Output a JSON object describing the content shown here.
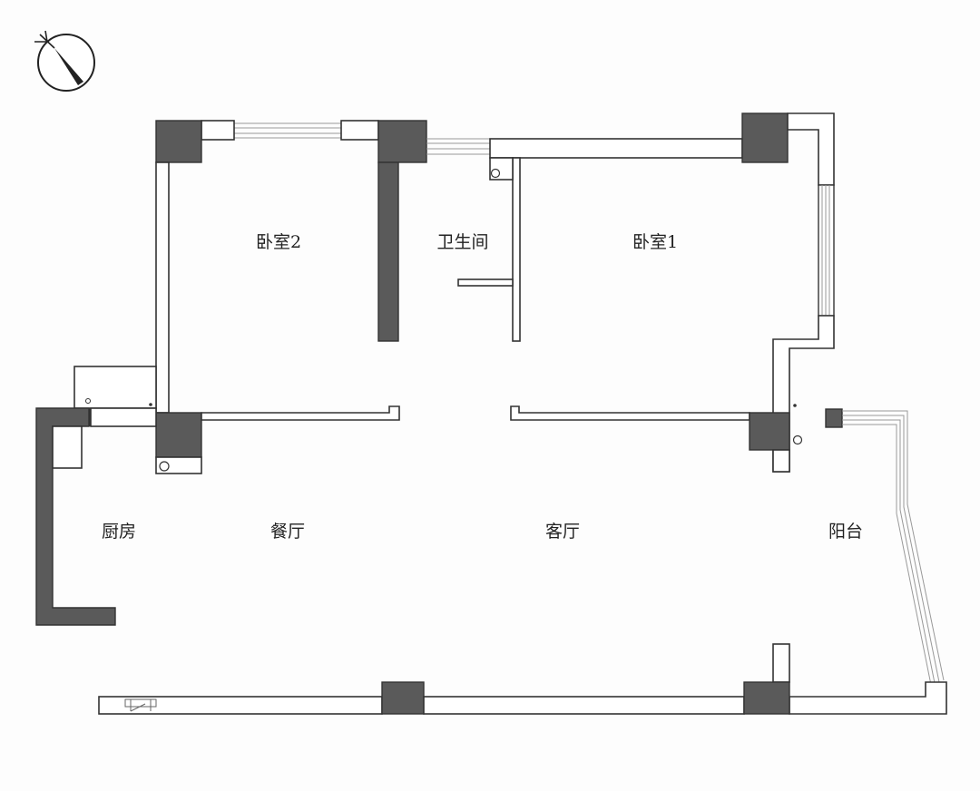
{
  "rooms": {
    "bedroom2": "卧室2",
    "bathroom": "卫生间",
    "bedroom1": "卧室1",
    "kitchen": "厨房",
    "dining": "餐厅",
    "living": "客厅",
    "balcony": "阳台"
  },
  "colors": {
    "wall_outline": "#333333",
    "column_fill": "#5a5a5a",
    "window_line": "#999999",
    "background": "#fdfdfd"
  },
  "icons": {
    "compass": "north-arrow-icon"
  }
}
